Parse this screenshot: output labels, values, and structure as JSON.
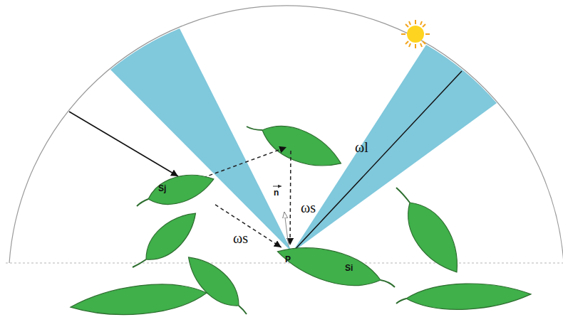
{
  "diagram": {
    "nodes": [
      {
        "text": [
          "Sj"
        ]
      },
      {
        "text": [
          "P",
          "Si"
        ]
      }
    ],
    "edges": [
      {
        "from": 0,
        "to": 1,
        "arrow": "to",
        "label": "ωs"
      }
    ],
    "labels": [
      "ωs",
      "ωl",
      "n"
    ]
  }
}
